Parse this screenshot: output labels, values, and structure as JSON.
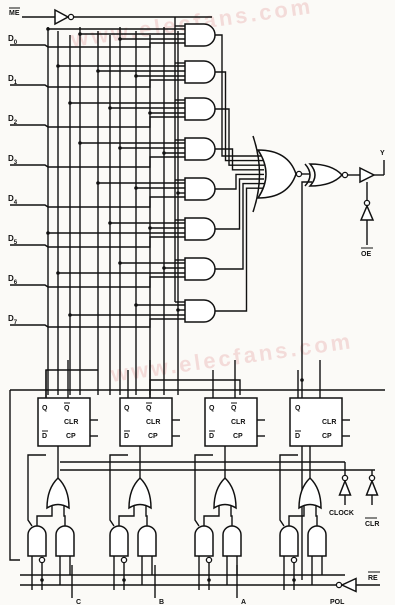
{
  "watermark": {
    "top": "www.elecfans.com",
    "bottom": "www.elecfans.com"
  },
  "inputs": {
    "me": "ME",
    "data": [
      "D0",
      "D1",
      "D2",
      "D3",
      "D4",
      "D5",
      "D6",
      "D7"
    ],
    "select": [
      "C",
      "B",
      "A"
    ],
    "pol": "POL",
    "re": "RE",
    "clock": "CLOCK",
    "clr": "CLR"
  },
  "outputs": {
    "y": "Y",
    "oe": "OE"
  },
  "flipflop": {
    "q": "Q",
    "qbar": "Q",
    "d": "D",
    "clr": "CLR",
    "cp": "CP"
  }
}
